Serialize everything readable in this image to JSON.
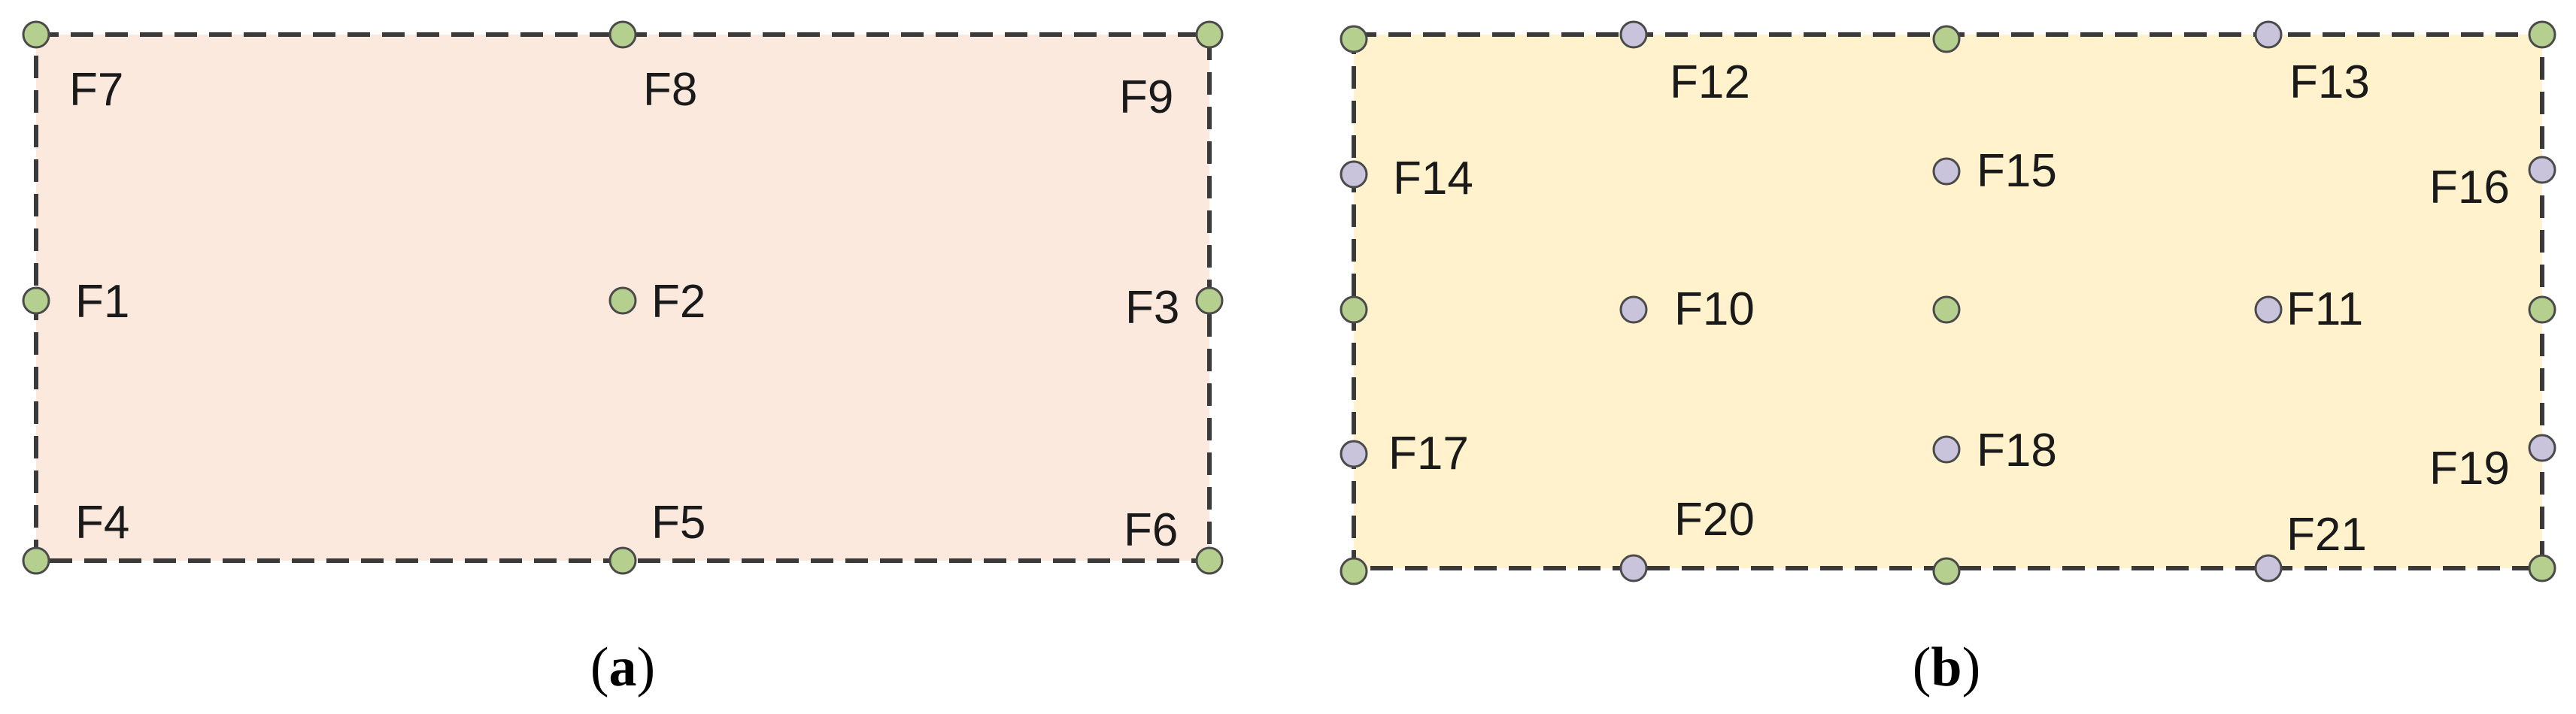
{
  "colors": {
    "panel_a_fill": "#fce9de",
    "panel_b_fill": "#fff2cc",
    "border": "#3a3a3a",
    "node_green": "#b5cf8f",
    "node_purple": "#c9c3dc"
  },
  "panel_a": {
    "caption_open": "(",
    "caption_letter": "a",
    "caption_close": ")",
    "labels": {
      "F1": "F1",
      "F2": "F2",
      "F3": "F3",
      "F4": "F4",
      "F5": "F5",
      "F6": "F6",
      "F7": "F7",
      "F8": "F8",
      "F9": "F9"
    }
  },
  "panel_b": {
    "caption_open": "(",
    "caption_letter": "b",
    "caption_close": ")",
    "labels": {
      "F10": "F10",
      "F11": "F11",
      "F12": "F12",
      "F13": "F13",
      "F14": "F14",
      "F15": "F15",
      "F16": "F16",
      "F17": "F17",
      "F18": "F18",
      "F19": "F19",
      "F20": "F20",
      "F21": "F21"
    }
  }
}
